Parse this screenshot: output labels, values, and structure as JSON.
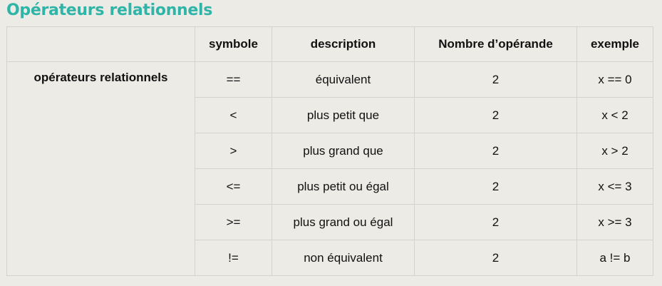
{
  "page_title": "Opérateurs relationnels",
  "table": {
    "headers": [
      "",
      "symbole",
      "description",
      "Nombre d’opérande",
      "exemple"
    ],
    "group_label": "opérateurs relationnels",
    "rows": [
      {
        "symbole": "==",
        "description": "équivalent",
        "operandes": "2",
        "exemple": "x == 0"
      },
      {
        "symbole": "<",
        "description": "plus petit que",
        "operandes": "2",
        "exemple": "x < 2"
      },
      {
        "symbole": ">",
        "description": "plus grand que",
        "operandes": "2",
        "exemple": "x > 2"
      },
      {
        "symbole": "<=",
        "description": "plus petit ou égal",
        "operandes": "2",
        "exemple": "x <= 3"
      },
      {
        "symbole": ">=",
        "description": "plus grand ou égal",
        "operandes": "2",
        "exemple": "x >= 3"
      },
      {
        "symbole": "!=",
        "description": "non équivalent",
        "operandes": "2",
        "exemple": "a != b"
      }
    ]
  }
}
